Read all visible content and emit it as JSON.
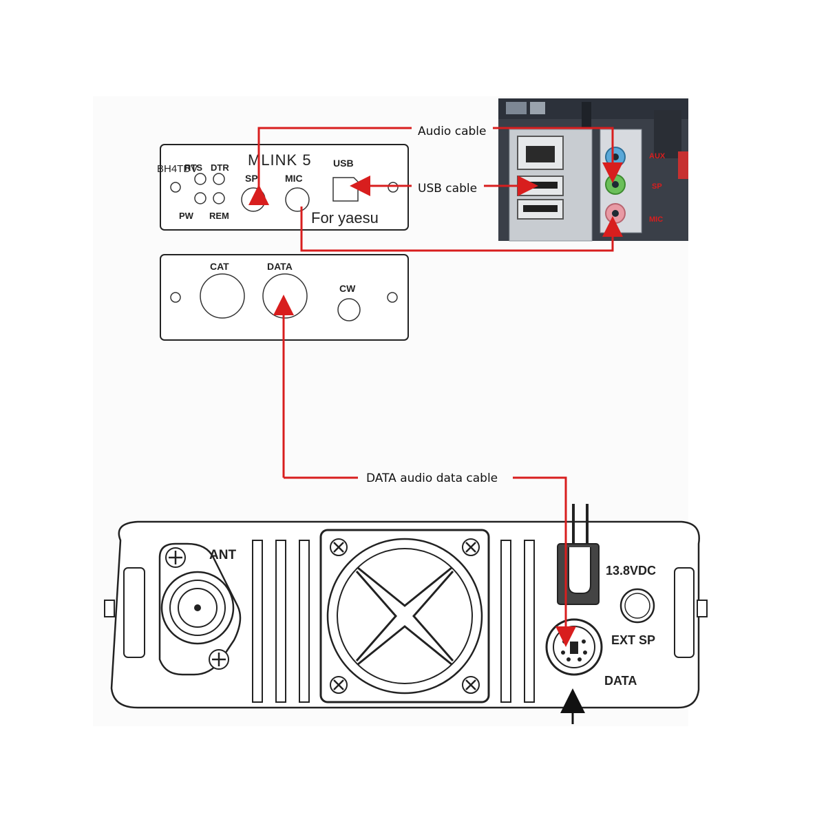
{
  "callouts": {
    "audio_cable": "Audio cable",
    "usb_cable": "USB cable",
    "data_cable": "DATA audio data cable"
  },
  "mlink_front": {
    "title": "MLINK 5",
    "subtitle": "For yaesu",
    "overlay_text": "BH4TDV",
    "leds": {
      "rts": "RTS",
      "dtr": "DTR",
      "pw": "PW",
      "rem": "REM"
    },
    "jacks": {
      "sp": "SP",
      "mic": "MIC",
      "usb": "USB"
    }
  },
  "mlink_rear": {
    "cat": "CAT",
    "data": "DATA",
    "cw": "CW"
  },
  "radio": {
    "ant": "ANT",
    "power": "13.8VDC",
    "ext_sp": "EXT SP",
    "data": "DATA"
  },
  "pc_jacks": {
    "top": "AUX",
    "middle": "SP",
    "bottom": "MIC"
  },
  "colors": {
    "cable": "#d81e1e",
    "line_art": "#222222",
    "jack_blue": "#5aa8d8",
    "jack_green": "#6bbf59",
    "jack_pink": "#e89aa4"
  }
}
